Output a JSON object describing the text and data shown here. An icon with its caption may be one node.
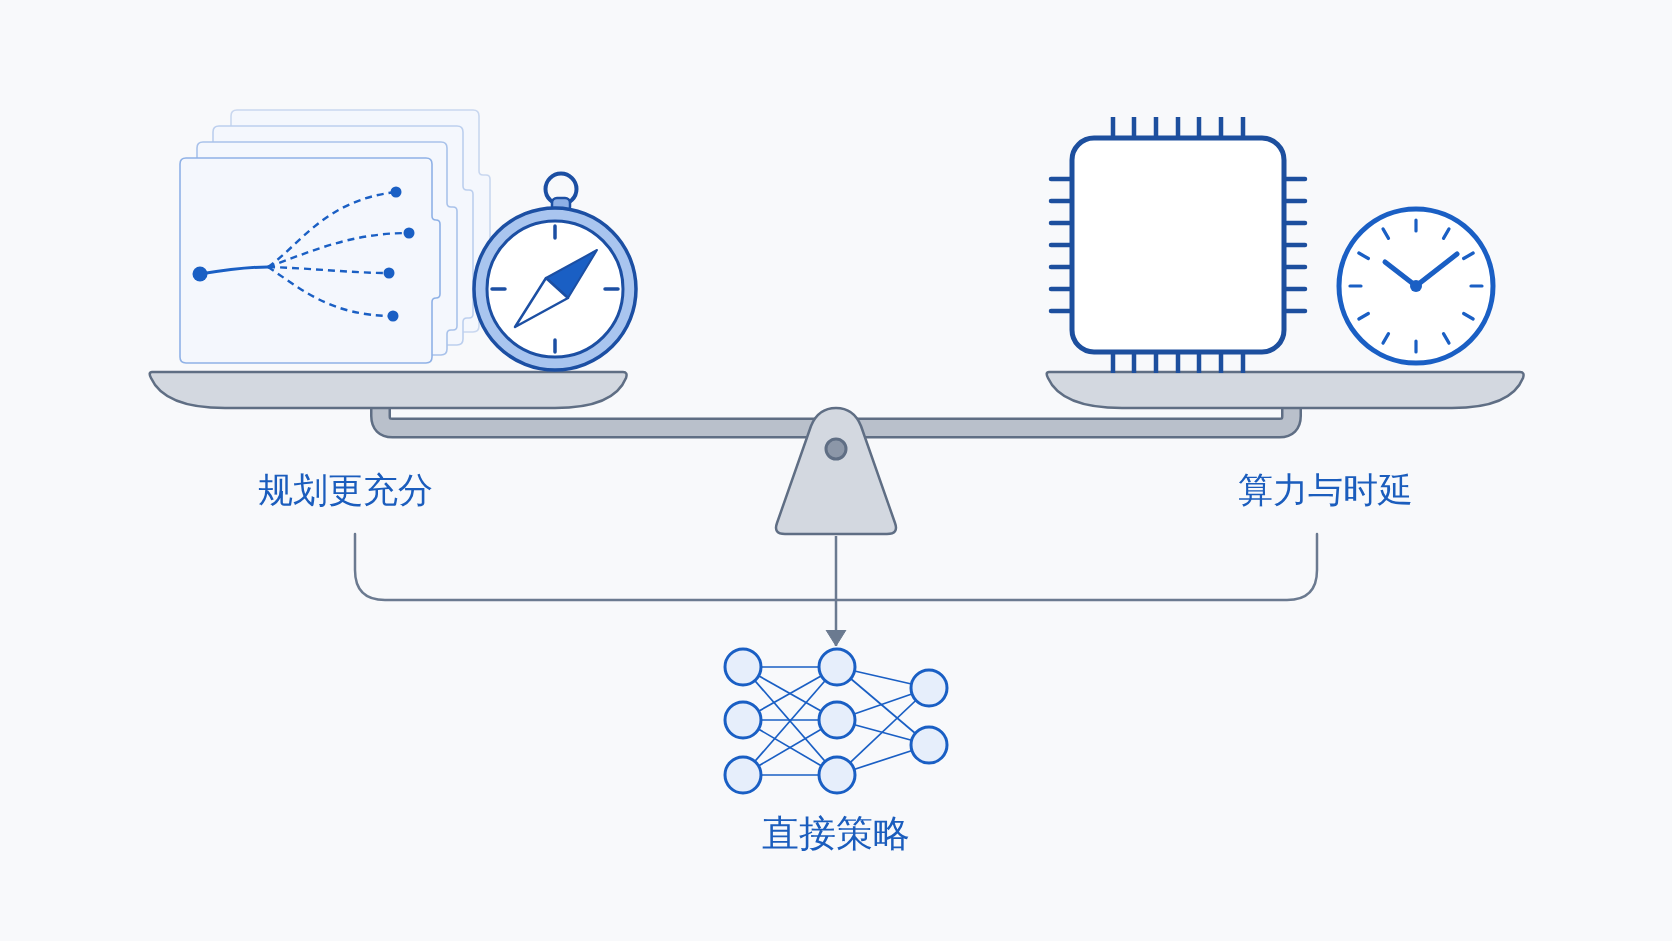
{
  "diagram": {
    "nodes": [
      {
        "text": [],
        "shape": "triangle"
      },
      {
        "text": [],
        "shape": "picture",
        "beside": [
          "直接策略"
        ]
      }
    ],
    "edges": [
      {
        "from": 0,
        "to": 1,
        "arrow": "to"
      }
    ],
    "labels": [
      "规划更充分",
      "算力与时延"
    ]
  }
}
